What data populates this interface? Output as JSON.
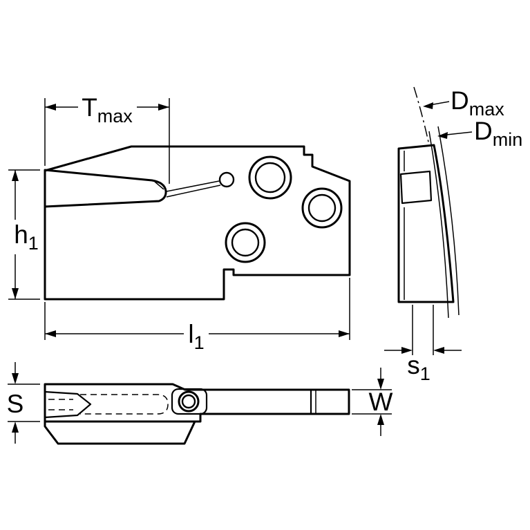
{
  "drawing": {
    "kind": "engineering-drawing",
    "description": "Face grooving tool holder with gold cutting insert, three orthographic views with dimension callouts",
    "colors": {
      "body": "#b5b5b5",
      "insert": "#e9c83d",
      "line": "#000000",
      "background": "#ffffff"
    },
    "labels": {
      "t_max": {
        "base": "T",
        "sub": "max"
      },
      "d_max": {
        "base": "D",
        "sub": "max"
      },
      "d_min": {
        "base": "D",
        "sub": "min"
      },
      "h1": {
        "base": "h",
        "sub": "1"
      },
      "l1": {
        "base": "l",
        "sub": "1"
      },
      "s1": {
        "base": "s",
        "sub": "1"
      },
      "S": {
        "base": "S"
      },
      "W": {
        "base": "W"
      }
    }
  }
}
